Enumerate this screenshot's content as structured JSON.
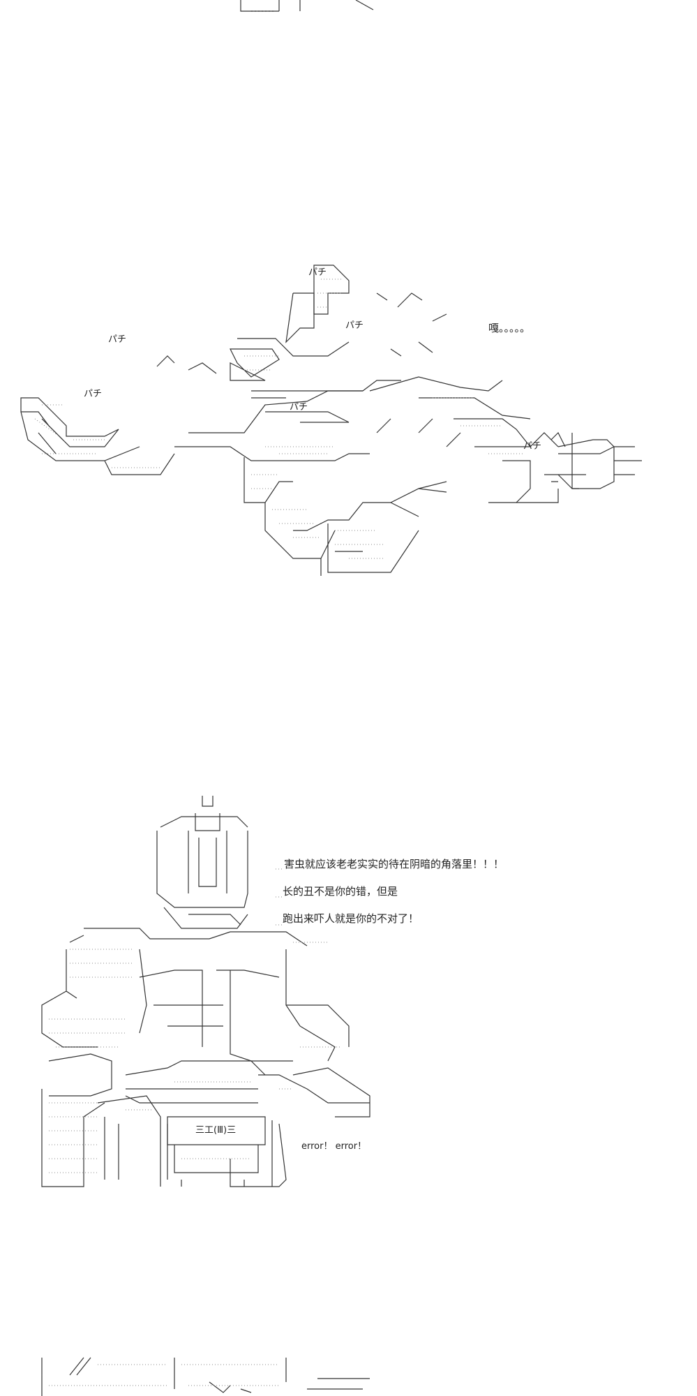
{
  "scene1": {
    "sfx_top": "パチ",
    "sfx_left_1": "パチ",
    "sfx_left_2": "パチ",
    "sfx_mid_1": "パチ",
    "sfx_mid_2": "パチ",
    "sfx_right": "パチ",
    "exclaim": "嘎。。。。。"
  },
  "scene2": {
    "speech_line_1": "害虫就应该老老实实的待在阴暗的角落里！！！",
    "speech_line_2": "长的丑不是你的错，但是",
    "speech_line_3": "跑出来吓人就是你的不对了！",
    "error_text": "error！ error！",
    "panel_label": "三工(Ⅲ)三"
  },
  "colors": {
    "line": "#333333",
    "dots": "#888888",
    "background": "#ffffff"
  }
}
